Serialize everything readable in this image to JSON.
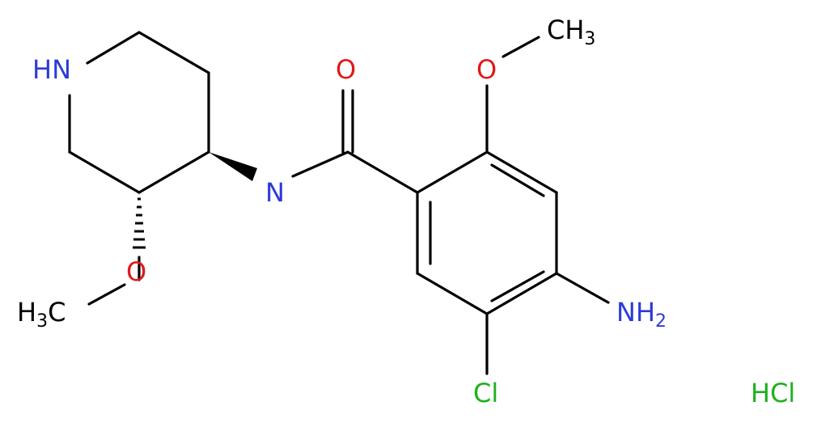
{
  "molecule": {
    "atoms": {
      "nh_ring": "HN",
      "amide_n": "N",
      "carbonyl_o": "O",
      "methoxy_o_top": "O",
      "methyl_top": "CH",
      "methyl_top_sub": "3",
      "methoxy_o_left": "O",
      "methyl_left_prefix": "H",
      "methyl_left_sub": "3",
      "methyl_left_suffix": "C",
      "amino": "NH",
      "amino_sub": "2",
      "chloro": "Cl",
      "salt": "HCl"
    },
    "colors": {
      "nitrogen": "#2d3bd6",
      "oxygen": "#e0191a",
      "chlorine": "#1fb01f",
      "carbon": "#000000"
    }
  }
}
